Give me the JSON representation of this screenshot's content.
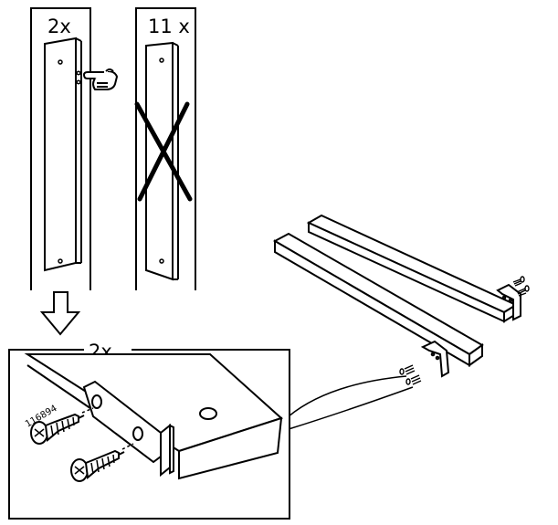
{
  "panels": {
    "correct_count": "2x",
    "wrong_count": "11 x"
  },
  "detail": {
    "count": "2x",
    "part_number": "116894"
  },
  "icons": {
    "hand": "pointing-hand-icon",
    "cross": "cross-out-icon",
    "arrow": "down-arrow-icon"
  },
  "colors": {
    "ink": "#000000",
    "paper": "#ffffff"
  }
}
